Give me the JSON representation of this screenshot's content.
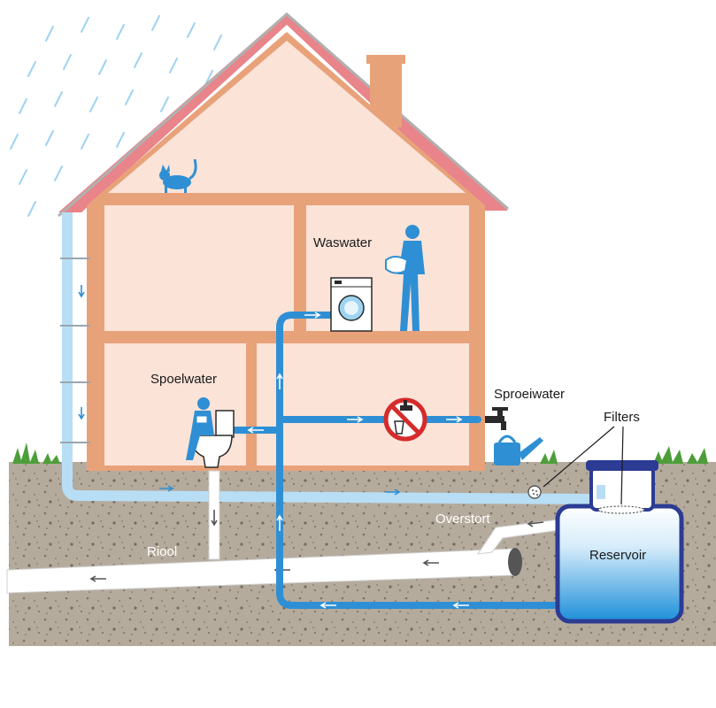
{
  "labels": {
    "waswater": "Waswater",
    "spoelwater": "Spoelwater",
    "sproeiwater": "Sproeiwater",
    "filters": "Filters",
    "overstort": "Overstort",
    "riool": "Riool",
    "reservoir": "Reservoir"
  },
  "colors": {
    "wall": "#e8a27a",
    "room": "#fbe3d8",
    "roof": "#e8848a",
    "pipe_blue": "#2f8fd4",
    "pipe_light": "#b8def5",
    "soil": "#b5ab9d",
    "reservoir_border": "#2c3b93",
    "grass": "#4d9e3a",
    "no_drink_red": "#d62b2b"
  },
  "icons": [
    "rain-icon",
    "cat-icon",
    "person-washing-icon",
    "washing-machine-icon",
    "person-on-toilet-icon",
    "toilet-icon",
    "no-drinking-water-icon",
    "garden-tap-icon",
    "watering-can-icon",
    "filter-icon",
    "grass-icon"
  ]
}
